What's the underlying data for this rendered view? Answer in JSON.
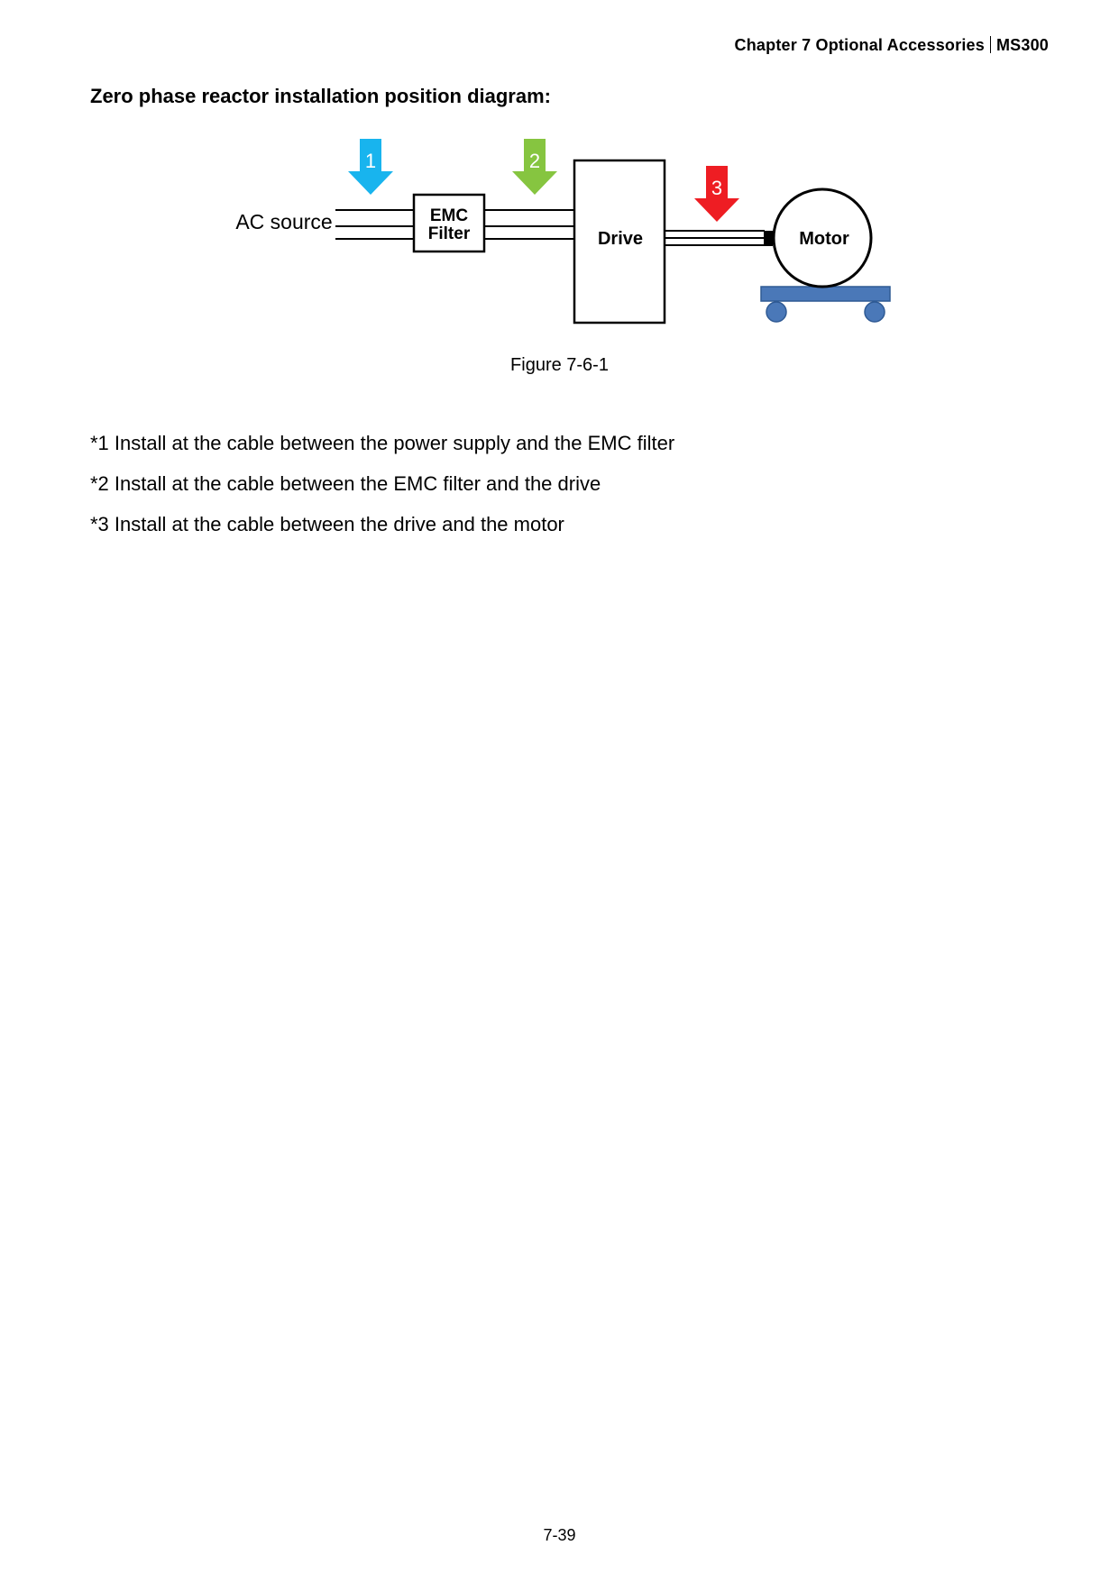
{
  "header": {
    "chapter": "Chapter  7  Optional  Accessories",
    "model": "MS300"
  },
  "section_title": "Zero phase reactor installation position diagram:",
  "diagram": {
    "source_label": "AC source",
    "emc_label_line1": "EMC",
    "emc_label_line2": "Filter",
    "drive_label": "Drive",
    "motor_label": "Motor",
    "arrows": [
      {
        "number": "1",
        "color": "#18b4ee"
      },
      {
        "number": "2",
        "color": "#86c540"
      },
      {
        "number": "3",
        "color": "#ee1d23"
      }
    ],
    "cart_color": "#4a78b8"
  },
  "caption": "Figure 7-6-1",
  "notes": [
    "*1 Install at the cable between the power supply and the EMC filter",
    "*2 Install at the cable between the EMC filter and the drive",
    "*3 Install at the cable between the drive and the motor"
  ],
  "page_number": "7-39"
}
